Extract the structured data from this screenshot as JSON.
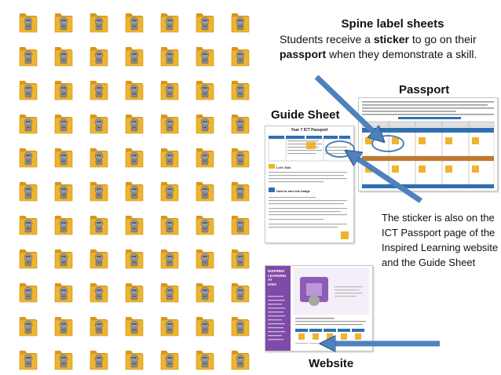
{
  "colors": {
    "folder": "#f0b42c",
    "arrow": "#4f81bd",
    "website_purple": "#7f4aa8"
  },
  "sticker_icon": "folder-with-robot-icon",
  "title": "Spine label sheets",
  "description": {
    "part1": "Students receive a ",
    "bold1": "sticker",
    "part2": " to go on their ",
    "bold2": "passport",
    "part3": " when they demonstrate a skill."
  },
  "labels": {
    "passport": "Passport",
    "guide_sheet": "Guide Sheet",
    "website": "Website"
  },
  "note": "The sticker is also on the ICT Passport page of the Inspired Learning website and the Guide Sheet",
  "guide_doc": {
    "title": "Year 7 ICT Passport",
    "section1": "Let's Talk",
    "section2": "How to earn the badge"
  },
  "website_doc": {
    "logo_lines": [
      "INSPIRED",
      "LEARNING",
      "AT",
      "IONA"
    ],
    "banner_title": "ICT PASSPORT"
  }
}
